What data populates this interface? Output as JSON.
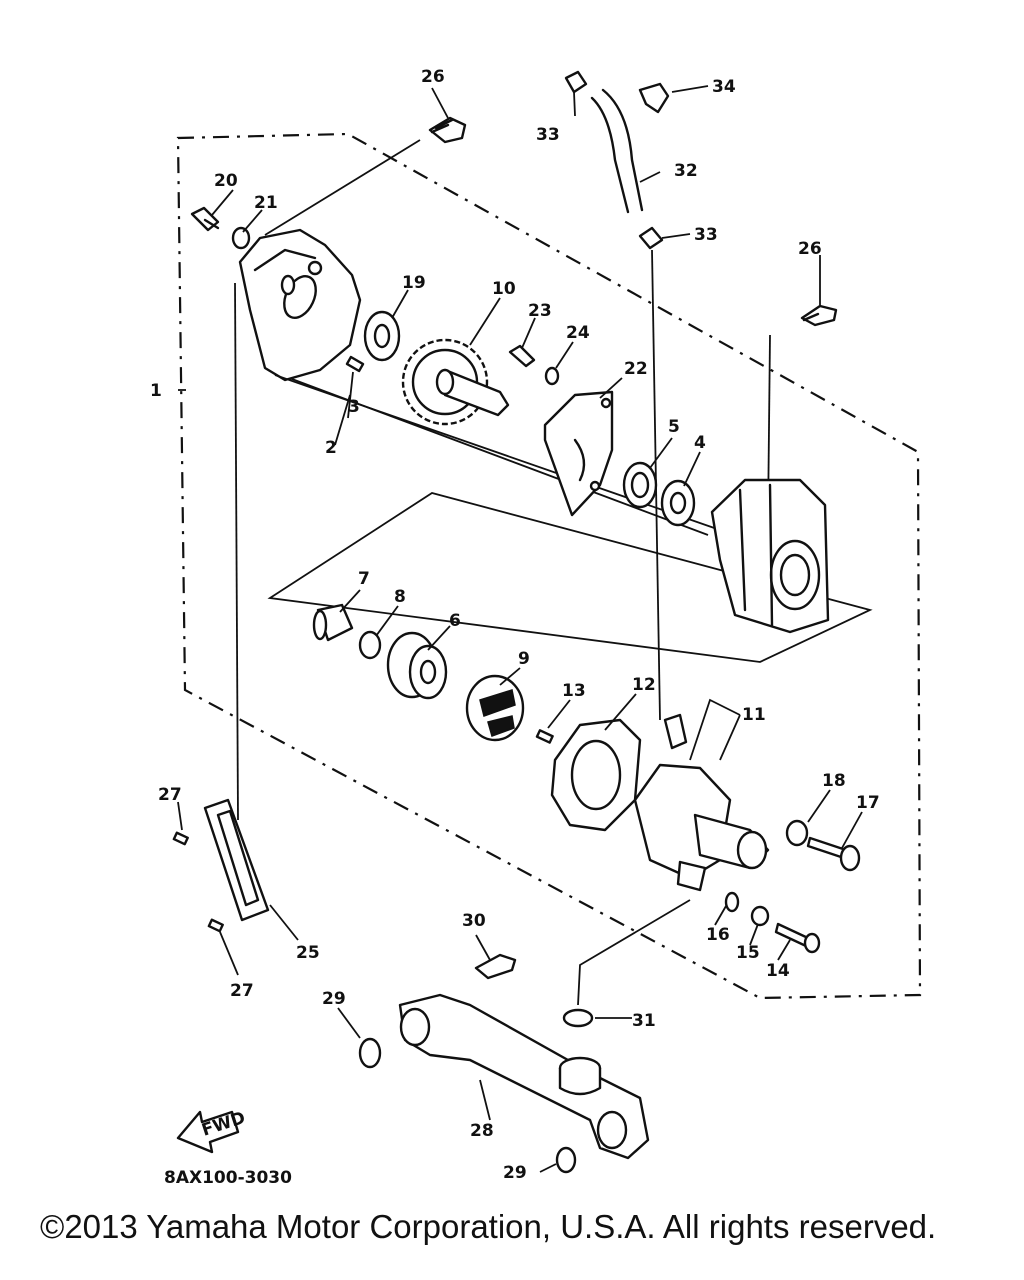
{
  "diagram_code": "8AX100-3030",
  "fwd_arrow_label": "FWD",
  "copyright": "©2013 Yamaha Motor Corporation, U.S.A. All rights reserved.",
  "callouts": {
    "p1": "1",
    "p2": "2",
    "p3": "3",
    "p4": "4",
    "p5": "5",
    "p6": "6",
    "p7": "7",
    "p8": "8",
    "p9": "9",
    "p10": "10",
    "p11": "11",
    "p12": "12",
    "p13": "13",
    "p14": "14",
    "p15": "15",
    "p16": "16",
    "p17": "17",
    "p18": "18",
    "p19": "19",
    "p20": "20",
    "p21": "21",
    "p22": "22",
    "p23": "23",
    "p24": "24",
    "p25": "25",
    "p26a": "26",
    "p26b": "26",
    "p27a": "27",
    "p27b": "27",
    "p28": "28",
    "p29a": "29",
    "p29b": "29",
    "p30": "30",
    "p31": "31",
    "p32": "32",
    "p33a": "33",
    "p33b": "33",
    "p34": "34"
  }
}
